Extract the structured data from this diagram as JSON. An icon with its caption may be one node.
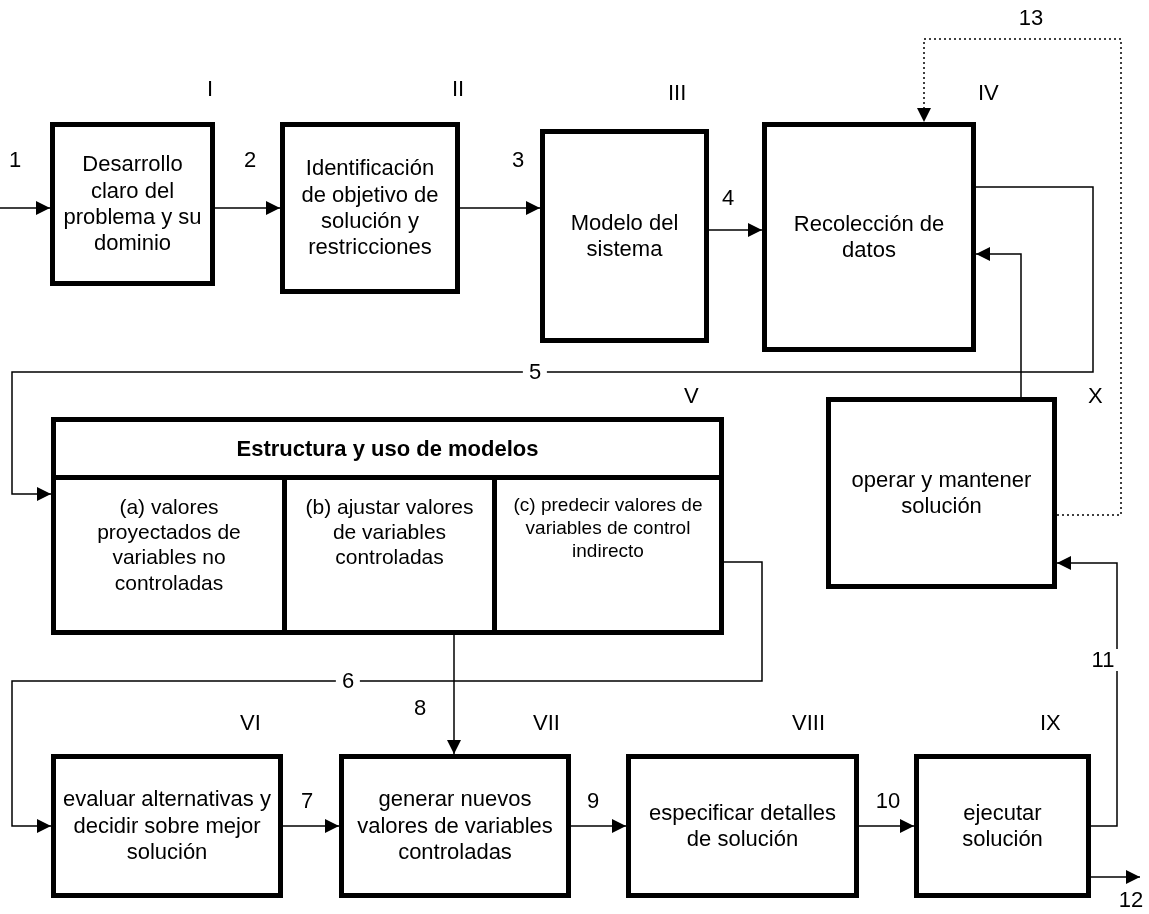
{
  "diagram": {
    "nodes": [
      {
        "text": [
          "Desarrollo claro del problema y su dominio"
        ],
        "beside": [
          "I"
        ]
      },
      {
        "text": [
          "Identificación de objetivo de solución y restricciones"
        ],
        "beside": [
          "II"
        ]
      },
      {
        "text": [
          "Modelo del sistema"
        ],
        "beside": [
          "III"
        ]
      },
      {
        "text": [
          "Recolección de datos"
        ],
        "beside": [
          "IV"
        ]
      },
      {
        "text": [
          "Estructura y uso de modelos"
        ],
        "beside": [
          "V"
        ]
      },
      {
        "text": [
          "(a) valores proyectados de variables no controladas"
        ],
        "in": 4
      },
      {
        "text": [
          "(b) ajustar valores de variables controladas"
        ],
        "in": 4
      },
      {
        "text": [
          "(c) predecir valores de variables de control indirecto"
        ],
        "in": 4
      },
      {
        "text": [
          "operar y mantener solución"
        ],
        "beside": [
          "X"
        ]
      },
      {
        "text": [
          "evaluar alternativas y decidir sobre mejor solución"
        ],
        "beside": [
          "VI"
        ]
      },
      {
        "text": [
          "generar nuevos valores de variables controladas"
        ],
        "beside": [
          "VII"
        ]
      },
      {
        "text": [
          "especificar detalles de solución"
        ],
        "beside": [
          "VIII"
        ]
      },
      {
        "text": [
          "ejecutar solución"
        ],
        "beside": [
          "IX"
        ]
      }
    ],
    "edges": [
      {
        "from": null,
        "to": 0,
        "arrow": "to",
        "label": "1"
      },
      {
        "from": 0,
        "to": 1,
        "arrow": "to",
        "label": "2"
      },
      {
        "from": 1,
        "to": 2,
        "arrow": "to",
        "label": "3"
      },
      {
        "from": 2,
        "to": 3,
        "arrow": "to",
        "label": "4"
      },
      {
        "from": 3,
        "to": 4,
        "arrow": "to",
        "label": "5"
      },
      {
        "from": 7,
        "to": 9,
        "arrow": "to",
        "label": "6"
      },
      {
        "from": 9,
        "to": 10,
        "arrow": "to",
        "label": "7"
      },
      {
        "from": 6,
        "to": 10,
        "arrow": "to",
        "label": "8"
      },
      {
        "from": 10,
        "to": 11,
        "arrow": "to",
        "label": "9"
      },
      {
        "from": 11,
        "to": 12,
        "arrow": "to",
        "label": "10"
      },
      {
        "from": 12,
        "to": 8,
        "arrow": "to",
        "label": "11"
      },
      {
        "from": 12,
        "to": null,
        "arrow": "to",
        "label": "12"
      },
      {
        "from": 8,
        "to": 3,
        "arrow": "to",
        "label": "13",
        "style": "dashed"
      },
      {
        "from": 8,
        "to": 3,
        "arrow": "to"
      }
    ]
  }
}
